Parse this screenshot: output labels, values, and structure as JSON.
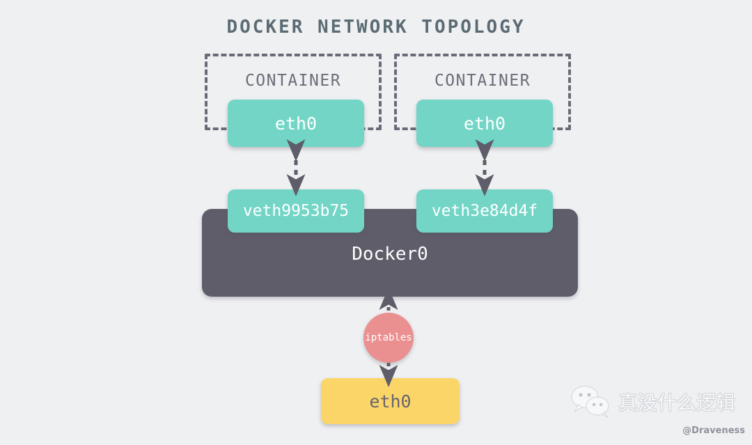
{
  "diagram": {
    "title": "DOCKER NETWORK TOPOLOGY",
    "background_color": "#eff0f2"
  },
  "containers": [
    {
      "label": "CONTAINER",
      "interface": {
        "label": "eth0",
        "color": "#72d5c6"
      },
      "veth": {
        "label": "veth9953b75",
        "color": "#72d5c6"
      }
    },
    {
      "label": "CONTAINER",
      "interface": {
        "label": "eth0",
        "color": "#72d5c6"
      },
      "veth": {
        "label": "veth3e84d4f",
        "color": "#72d5c6"
      }
    }
  ],
  "bridge": {
    "label": "Docker0",
    "color": "#5f5d69"
  },
  "firewall": {
    "label": "iptables",
    "color": "#eb9090"
  },
  "host_interface": {
    "label": "eth0",
    "color": "#fbd568"
  },
  "watermark": {
    "account_name": "真没什么逻辑",
    "handle": "@Draveness",
    "icon": "wechat-logo"
  }
}
